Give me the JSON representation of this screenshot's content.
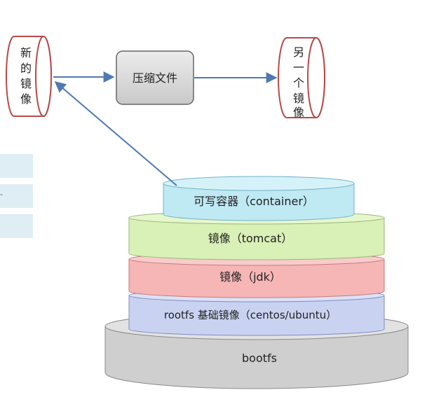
{
  "diagram": {
    "new_image_label": [
      "新",
      "的",
      "镜",
      "像"
    ],
    "compress_label": "压缩文件",
    "another_image_label": [
      "另",
      "一",
      "个",
      "镜",
      "像"
    ],
    "layers": {
      "container": "可写容器（container）",
      "tomcat": "镜像（tomcat）",
      "jdk": "镜像（jdk）",
      "rootfs": "rootfs 基础镜像（centos/ubuntu）",
      "bootfs": "bootfs"
    },
    "colors": {
      "container": "#bfe9f3",
      "tomcat": "#d9f0b6",
      "jdk": "#f6b6b6",
      "rootfs": "#c9d3f1",
      "bootfs": "#cfcfcf",
      "cylinder_outline": "#b54a4a",
      "arrow": "#4f79b3",
      "box_fill": "#d9d9d9"
    }
  },
  "sidebar": {
    "tabs": [
      "",
      "-",
      ""
    ]
  }
}
